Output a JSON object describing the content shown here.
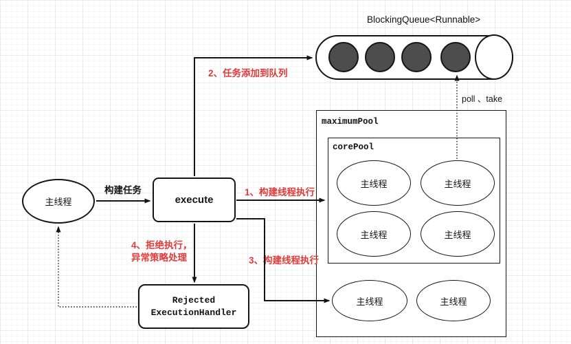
{
  "diagram": {
    "queue": {
      "title": "BlockingQueue<Runnable>",
      "filled_slots": 4,
      "empty_slots": 1,
      "consume_label": "poll 、take"
    },
    "main_thread": {
      "label": "主线程"
    },
    "execute": {
      "label": "execute"
    },
    "rejected_handler": {
      "line1": "Rejected",
      "line2": "ExecutionHandler"
    },
    "maximum_pool": {
      "label": "maximumPool",
      "threads": [
        "主线程",
        "主线程"
      ]
    },
    "core_pool": {
      "label": "corePool",
      "threads": [
        "主线程",
        "主线程",
        "主线程",
        "主线程"
      ]
    },
    "edges": {
      "build_task": "构建任务",
      "step1": "1、构建线程执行",
      "step2": "2、任务添加到队列",
      "step3": "3、构建线程执行",
      "step4_line1": "4、拒绝执行，",
      "step4_line2": "异常策略处理"
    },
    "colors": {
      "step_label": "#e03b3b",
      "queue_slot": "#4d4d4d",
      "stroke": "#141414"
    }
  }
}
